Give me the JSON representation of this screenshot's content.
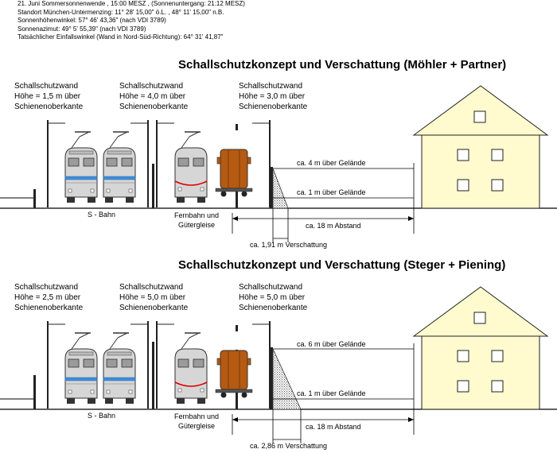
{
  "info_lines": [
    "21. Juni Sommersonnenwende , 15:00 MESZ , (Sonnenuntergang: 21:12 MESZ)",
    "Standort München-Untermenzing: 11° 28' 15,00\" ö.L. , 48° 11' 15,00\" n.B.",
    "Sonnenhöhenwinkel: 57° 46' 43,36\" (nach VDI 3789)",
    "Sonnenazimut: 49° 5' 55,39\" (nach VDI 3789)",
    "Tatsächlicher Einfallswinkel (Wand in Nord-Süd-Richtung): 64° 31' 41,87\""
  ],
  "diagrams": [
    {
      "title": "Schallschutzkonzept und Verschattung (Möhler + Partner)",
      "walls": [
        [
          "Schallschutzwand",
          "Höhe = 1,5 m über",
          "Schienenoberkante"
        ],
        [
          "Schallschutzwand",
          "Höhe = 4,0 m über",
          "Schienenoberkante"
        ],
        [
          "Schallschutzwand",
          "Höhe = 3,0 m über",
          "Schienenoberkante"
        ]
      ],
      "height_top": "ca. 4 m über Gelände",
      "height_low": "ca. 1 m über Gelände",
      "sbahn": "S - Bahn",
      "fernbahn": [
        "Fernbahn und",
        "Gütergleise"
      ],
      "distance": "ca. 18 m Abstand",
      "shadow": "ca. 1,91 m Verschattung"
    },
    {
      "title": "Schallschutzkonzept und Verschattung (Steger + Piening)",
      "walls": [
        [
          "Schallschutzwand",
          "Höhe = 2,5 m über",
          "Schienenoberkante"
        ],
        [
          "Schallschutzwand",
          "Höhe = 5,0 m über",
          "Schienenoberkante"
        ],
        [
          "Schallschutzwand",
          "Höhe = 5,0 m über",
          "Schienenoberkante"
        ]
      ],
      "height_top": "ca. 6 m über Gelände",
      "height_low": "ca. 1 m über Gelände",
      "sbahn": "S - Bahn",
      "fernbahn": [
        "Fernbahn und",
        "Gütergleise"
      ],
      "distance": "ca. 18 m Abstand",
      "shadow": "ca. 2,86 m Verschattung"
    }
  ]
}
